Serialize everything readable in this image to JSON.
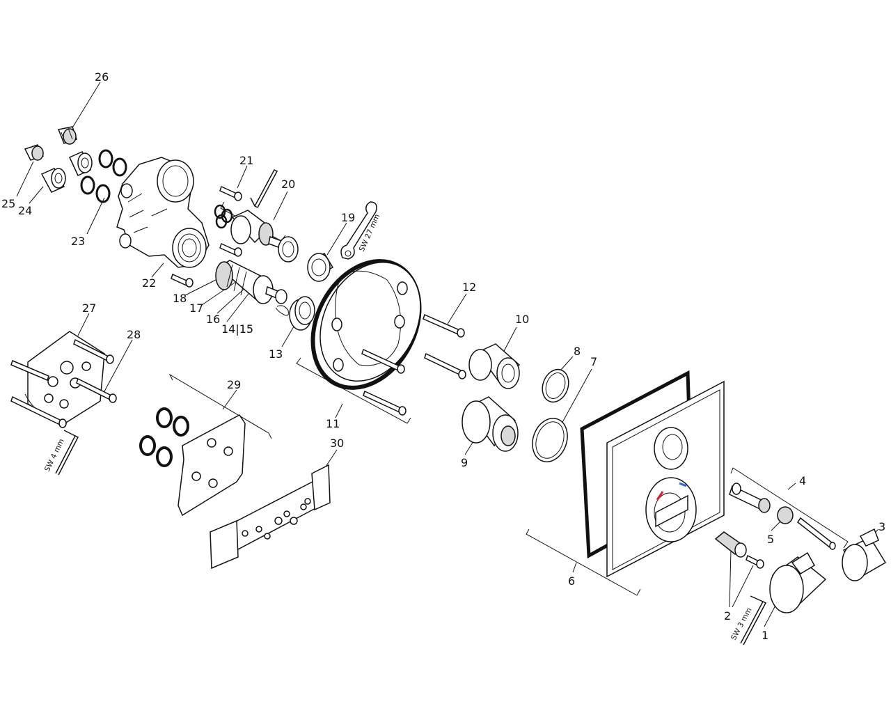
{
  "diagram": {
    "part_labels": [
      "1",
      "2",
      "3",
      "4",
      "5",
      "6",
      "7",
      "8",
      "9",
      "10",
      "11",
      "12",
      "13",
      "14|15",
      "16",
      "17",
      "18",
      "19",
      "20",
      "21",
      "22",
      "23",
      "24",
      "25",
      "26",
      "27",
      "28",
      "29",
      "30"
    ],
    "tool_labels": {
      "wrench": "SW 27 mm",
      "hex_key_large": "SW 4 mm",
      "hex_key_small": "SW 3 mm"
    }
  }
}
